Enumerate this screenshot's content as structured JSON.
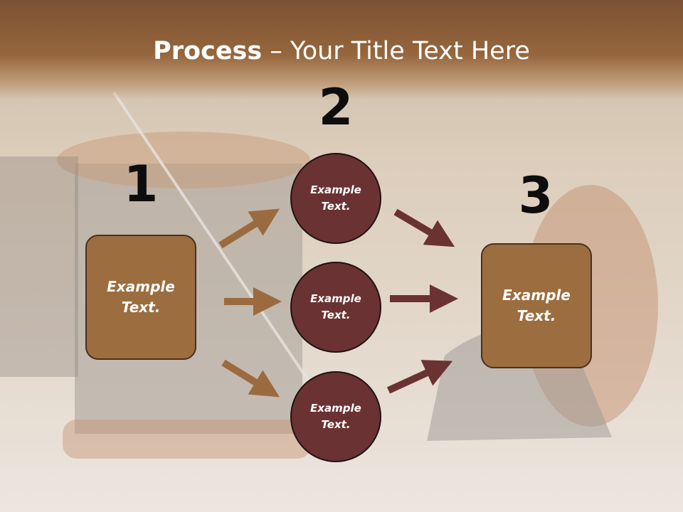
{
  "title": {
    "bold": "Process",
    "rest": " – Your Title Text Here"
  },
  "steps": [
    {
      "number": "1",
      "text": "Example\nText."
    },
    {
      "number": "2"
    },
    {
      "number": "3",
      "text": "Example\nText."
    }
  ],
  "circles": [
    {
      "text": "Example\nText."
    },
    {
      "text": "Example\nText."
    },
    {
      "text": "Example\nText."
    }
  ],
  "colors": {
    "header": "#96663d",
    "box_fill": "#9c6d3f",
    "circle_fill": "#6b3233",
    "arrow_left": "#9b6a3f",
    "arrow_right": "#6b3233"
  }
}
